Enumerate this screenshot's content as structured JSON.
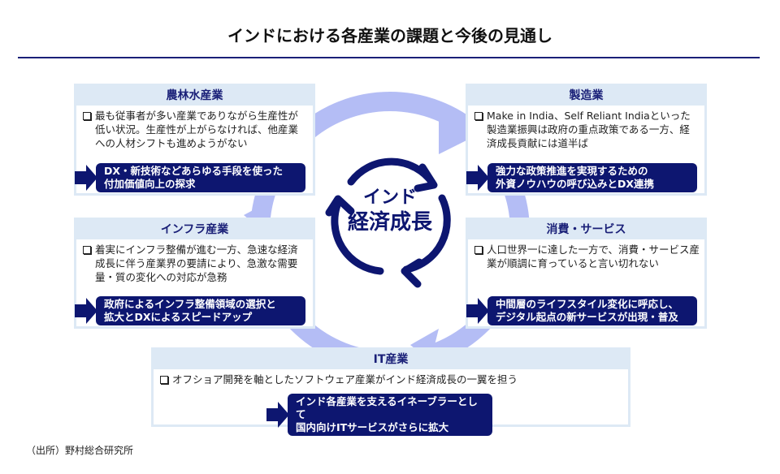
{
  "title": "インドにおける各産業の課題と今後の見通し",
  "center": {
    "line1": "インド",
    "line2": "経済成長"
  },
  "sectors": [
    {
      "name": "農林水産業",
      "issue": "最も従事者が多い産業でありながら生産性が低い状況。生産性が上がらなければ、他産業への人材シフトも進めようがない",
      "outlook_1": "DX・新技術などあらゆる手段を使った",
      "outlook_2": "付加価値向上の探求"
    },
    {
      "name": "製造業",
      "issue": "Make in India、Self Reliant Indiaといった製造業振興は政府の重点政策である一方、経済成長貢献には道半ば",
      "outlook_1": "強力な政策推進を実現するための",
      "outlook_2": "外資ノウハウの呼び込みとDX連携"
    },
    {
      "name": "インフラ産業",
      "issue": "着実にインフラ整備が進む一方、急速な経済成長に伴う産業界の要請により、急激な需要量・質の変化への対応が急務",
      "outlook_1": "政府によるインフラ整備領域の選択と",
      "outlook_2": "拡大とDXによるスピードアップ"
    },
    {
      "name": "消費・サービス",
      "issue": "人口世界一に達した一方で、消費・サービス産業が順調に育っていると言い切れない",
      "outlook_1": "中間層のライフスタイル変化に呼応し、",
      "outlook_2": "デジタル起点の新サービスが出現・普及"
    },
    {
      "name": "IT産業",
      "issue": "オフショア開発を軸としたソフトウェア産業がインド経済成長の一翼を担う",
      "outlook_1": "インド各産業を支えるイネーブラーとして",
      "outlook_2": "国内向けITサービスがさらに拡大"
    }
  ],
  "source": "（出所）野村総合研究所",
  "colors": {
    "navy": "#0d1670",
    "ring": "#b4bdf5",
    "header": "#dde9f5"
  }
}
